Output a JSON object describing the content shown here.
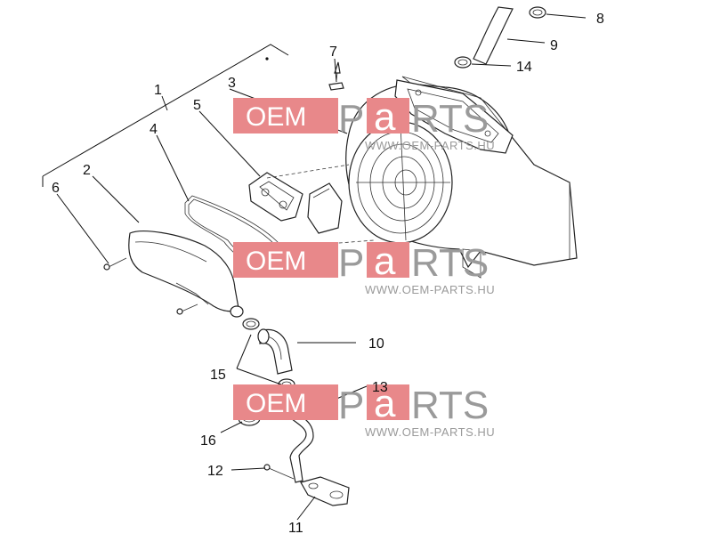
{
  "callouts": [
    "1",
    "2",
    "3",
    "4",
    "5",
    "6",
    "7",
    "8",
    "9",
    "10",
    "11",
    "12",
    "13",
    "14",
    "15",
    "16"
  ],
  "watermark": {
    "brand_left": "OEM",
    "brand_p": "P",
    "brand_a": "a",
    "brand_right": "RTS",
    "url": "WWW.OEM-PARTS.HU",
    "accent_color": "#e8888a",
    "gray_color": "#9a9a9a"
  }
}
